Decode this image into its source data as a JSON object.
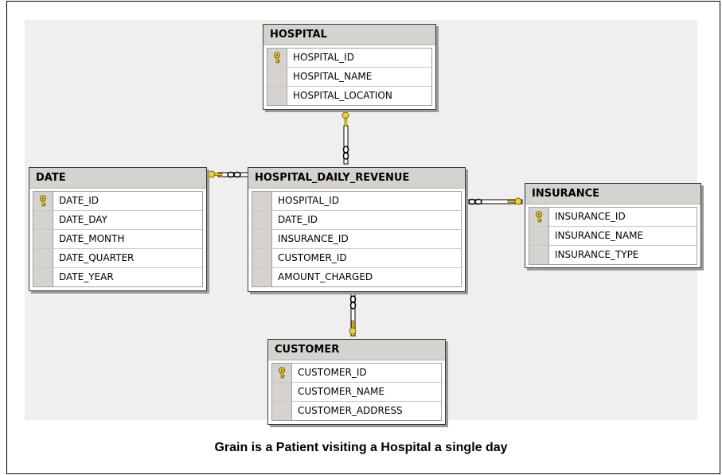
{
  "tables": {
    "hospital": {
      "name": "HOSPITAL",
      "columns": [
        {
          "name": "HOSPITAL_ID",
          "key": true
        },
        {
          "name": "HOSPITAL_NAME",
          "key": false
        },
        {
          "name": "HOSPITAL_LOCATION",
          "key": false
        }
      ]
    },
    "date": {
      "name": "DATE",
      "columns": [
        {
          "name": "DATE_ID",
          "key": true
        },
        {
          "name": "DATE_DAY",
          "key": false
        },
        {
          "name": "DATE_MONTH",
          "key": false
        },
        {
          "name": "DATE_QUARTER",
          "key": false
        },
        {
          "name": "DATE_YEAR",
          "key": false
        }
      ]
    },
    "fact": {
      "name": "HOSPITAL_DAILY_REVENUE",
      "columns": [
        {
          "name": "HOSPITAL_ID",
          "key": false
        },
        {
          "name": "DATE_ID",
          "key": false
        },
        {
          "name": "INSURANCE_ID",
          "key": false
        },
        {
          "name": "CUSTOMER_ID",
          "key": false
        },
        {
          "name": "AMOUNT_CHARGED",
          "key": false
        }
      ]
    },
    "insurance": {
      "name": "INSURANCE",
      "columns": [
        {
          "name": "INSURANCE_ID",
          "key": true
        },
        {
          "name": "INSURANCE_NAME",
          "key": false
        },
        {
          "name": "INSURANCE_TYPE",
          "key": false
        }
      ]
    },
    "customer": {
      "name": "CUSTOMER",
      "columns": [
        {
          "name": "CUSTOMER_ID",
          "key": true
        },
        {
          "name": "CUSTOMER_NAME",
          "key": false
        },
        {
          "name": "CUSTOMER_ADDRESS",
          "key": false
        }
      ]
    }
  },
  "relationships": [
    {
      "from": "HOSPITAL_DAILY_REVENUE",
      "to": "HOSPITAL"
    },
    {
      "from": "HOSPITAL_DAILY_REVENUE",
      "to": "DATE"
    },
    {
      "from": "HOSPITAL_DAILY_REVENUE",
      "to": "INSURANCE"
    },
    {
      "from": "HOSPITAL_DAILY_REVENUE",
      "to": "CUSTOMER"
    }
  ],
  "caption": "Grain is a Patient visiting a Hospital a single day",
  "colors": {
    "background": "#efefef",
    "header": "#d6d3ce",
    "key": "#f2d22e"
  },
  "icons": {
    "primary_key": "key-icon",
    "relationship_one_end": "key-icon",
    "relationship_many_end": "infinity-icon"
  }
}
